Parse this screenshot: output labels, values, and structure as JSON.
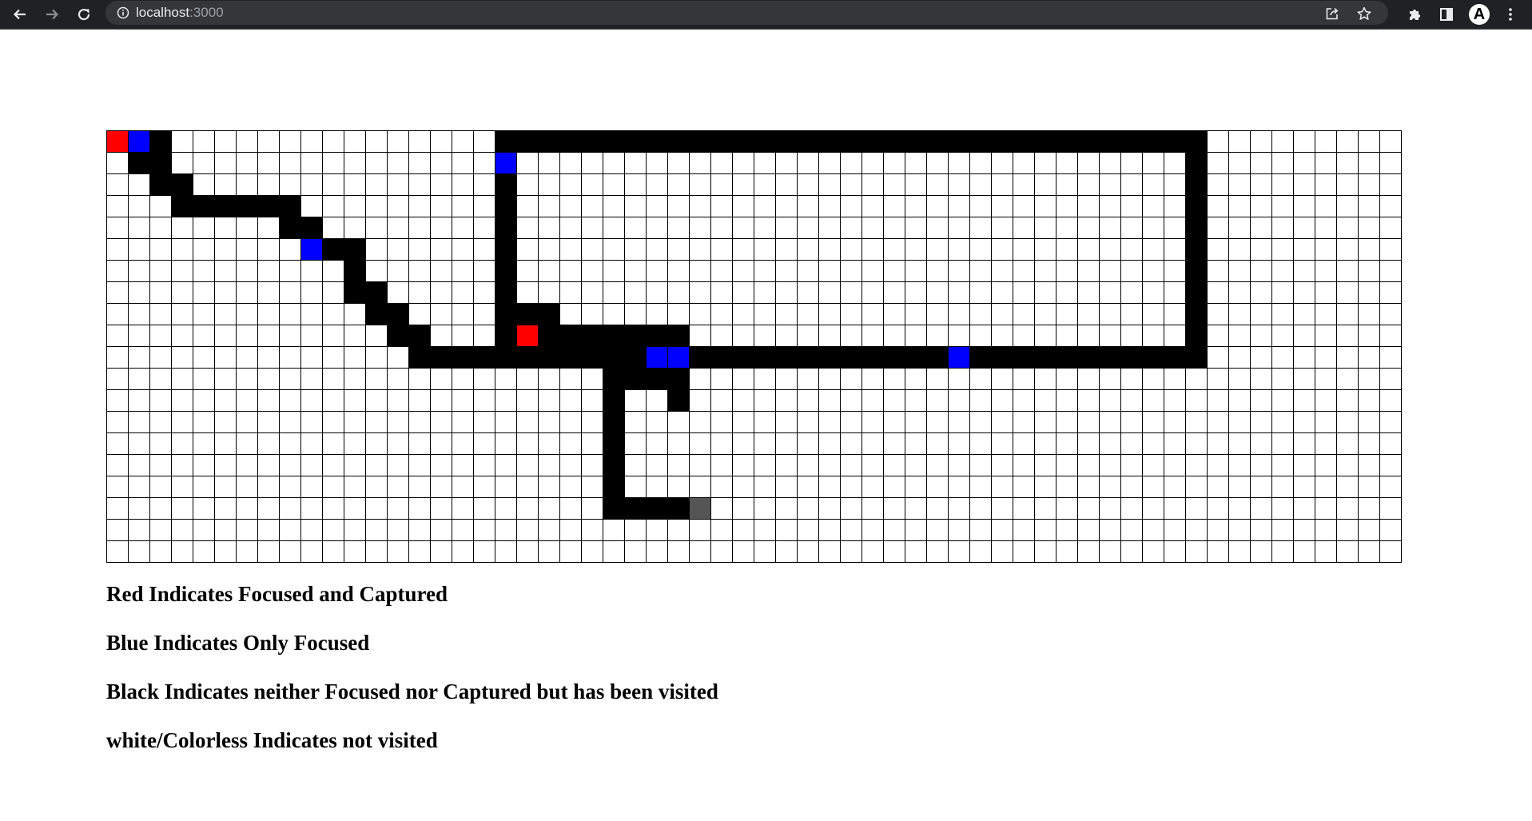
{
  "browser": {
    "url_host": "localhost",
    "url_port": ":3000",
    "icons": [
      "back-arrow-icon",
      "forward-arrow-icon",
      "reload-icon",
      "info-icon",
      "share-icon",
      "star-icon",
      "puzzle-icon",
      "side-panel-icon",
      "menu-dots-icon"
    ],
    "profile_initial": "A"
  },
  "grid": {
    "cols": 60,
    "rows": 20,
    "colors": {
      "focused_and_captured": "#ff0000",
      "only_focused": "#0000ff",
      "visited": "#000000",
      "current": "#555555",
      "not_visited": "#ffffff"
    },
    "red_cells": [
      [
        0,
        0
      ],
      [
        19,
        9
      ]
    ],
    "blue_cells": [
      [
        1,
        0
      ],
      [
        18,
        1
      ],
      [
        9,
        5
      ],
      [
        25,
        10
      ],
      [
        26,
        10
      ],
      [
        39,
        10
      ]
    ],
    "gray_cells": [
      [
        27,
        17
      ]
    ],
    "black_cells": [
      [
        2,
        0
      ],
      [
        18,
        0
      ],
      [
        19,
        0
      ],
      [
        20,
        0
      ],
      [
        21,
        0
      ],
      [
        22,
        0
      ],
      [
        23,
        0
      ],
      [
        24,
        0
      ],
      [
        25,
        0
      ],
      [
        26,
        0
      ],
      [
        27,
        0
      ],
      [
        28,
        0
      ],
      [
        29,
        0
      ],
      [
        30,
        0
      ],
      [
        31,
        0
      ],
      [
        32,
        0
      ],
      [
        33,
        0
      ],
      [
        34,
        0
      ],
      [
        35,
        0
      ],
      [
        36,
        0
      ],
      [
        37,
        0
      ],
      [
        38,
        0
      ],
      [
        39,
        0
      ],
      [
        40,
        0
      ],
      [
        41,
        0
      ],
      [
        42,
        0
      ],
      [
        43,
        0
      ],
      [
        44,
        0
      ],
      [
        45,
        0
      ],
      [
        46,
        0
      ],
      [
        47,
        0
      ],
      [
        48,
        0
      ],
      [
        49,
        0
      ],
      [
        50,
        0
      ],
      [
        1,
        1
      ],
      [
        2,
        1
      ],
      [
        50,
        1
      ],
      [
        2,
        2
      ],
      [
        3,
        2
      ],
      [
        18,
        2
      ],
      [
        50,
        2
      ],
      [
        3,
        3
      ],
      [
        4,
        3
      ],
      [
        5,
        3
      ],
      [
        6,
        3
      ],
      [
        7,
        3
      ],
      [
        8,
        3
      ],
      [
        18,
        3
      ],
      [
        50,
        3
      ],
      [
        8,
        4
      ],
      [
        9,
        4
      ],
      [
        18,
        4
      ],
      [
        50,
        4
      ],
      [
        10,
        5
      ],
      [
        11,
        5
      ],
      [
        18,
        5
      ],
      [
        50,
        5
      ],
      [
        11,
        6
      ],
      [
        18,
        6
      ],
      [
        50,
        6
      ],
      [
        11,
        7
      ],
      [
        12,
        7
      ],
      [
        18,
        7
      ],
      [
        50,
        7
      ],
      [
        12,
        8
      ],
      [
        13,
        8
      ],
      [
        18,
        8
      ],
      [
        19,
        8
      ],
      [
        20,
        8
      ],
      [
        50,
        8
      ],
      [
        13,
        9
      ],
      [
        14,
        9
      ],
      [
        18,
        9
      ],
      [
        20,
        9
      ],
      [
        21,
        9
      ],
      [
        22,
        9
      ],
      [
        23,
        9
      ],
      [
        24,
        9
      ],
      [
        25,
        9
      ],
      [
        26,
        9
      ],
      [
        50,
        9
      ],
      [
        14,
        10
      ],
      [
        15,
        10
      ],
      [
        16,
        10
      ],
      [
        17,
        10
      ],
      [
        18,
        10
      ],
      [
        19,
        10
      ],
      [
        20,
        10
      ],
      [
        21,
        10
      ],
      [
        22,
        10
      ],
      [
        23,
        10
      ],
      [
        24,
        10
      ],
      [
        27,
        10
      ],
      [
        28,
        10
      ],
      [
        29,
        10
      ],
      [
        30,
        10
      ],
      [
        31,
        10
      ],
      [
        32,
        10
      ],
      [
        33,
        10
      ],
      [
        34,
        10
      ],
      [
        35,
        10
      ],
      [
        36,
        10
      ],
      [
        37,
        10
      ],
      [
        38,
        10
      ],
      [
        40,
        10
      ],
      [
        41,
        10
      ],
      [
        42,
        10
      ],
      [
        43,
        10
      ],
      [
        44,
        10
      ],
      [
        45,
        10
      ],
      [
        46,
        10
      ],
      [
        47,
        10
      ],
      [
        48,
        10
      ],
      [
        49,
        10
      ],
      [
        50,
        10
      ],
      [
        23,
        11
      ],
      [
        24,
        11
      ],
      [
        25,
        11
      ],
      [
        26,
        11
      ],
      [
        23,
        12
      ],
      [
        26,
        12
      ],
      [
        23,
        13
      ],
      [
        23,
        14
      ],
      [
        23,
        15
      ],
      [
        23,
        16
      ],
      [
        23,
        17
      ],
      [
        24,
        17
      ],
      [
        25,
        17
      ],
      [
        26,
        17
      ]
    ]
  },
  "legend": {
    "red": "Red Indicates Focused and Captured",
    "blue": "Blue Indicates Only Focused",
    "black": "Black Indicates neither Focused nor Captured but has been visited",
    "white": "white/Colorless Indicates not visited"
  }
}
